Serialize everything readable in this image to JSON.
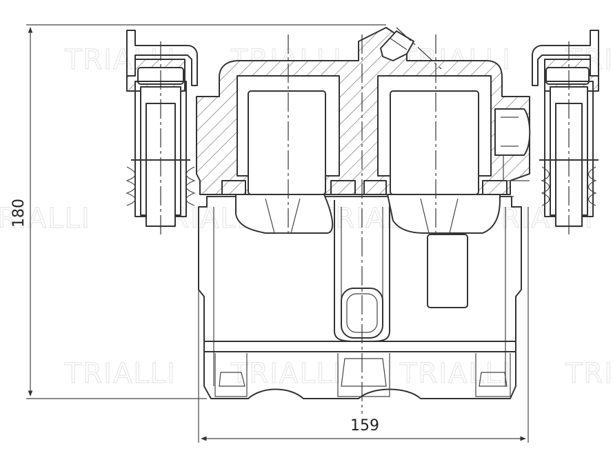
{
  "watermark": {
    "brand": "TRIALLI"
  },
  "dimensions": {
    "height_label": "180",
    "width_label": "159"
  }
}
